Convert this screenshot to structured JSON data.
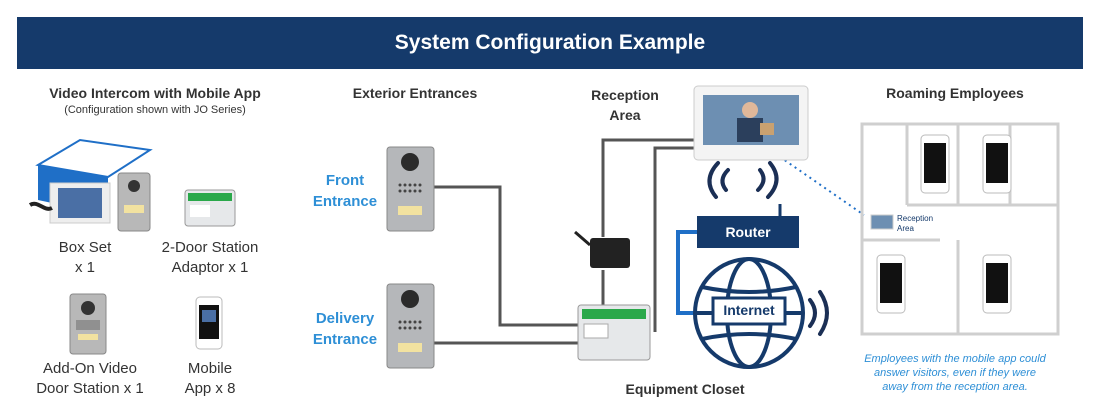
{
  "banner": {
    "title": "System Configuration Example"
  },
  "sections": {
    "kit": {
      "heading": "Video Intercom with Mobile App",
      "subheading": "(Configuration shown with JO Series)",
      "items": [
        {
          "line1": "Box Set",
          "line2": "x 1"
        },
        {
          "line1": "2-Door Station",
          "line2": "Adaptor x 1"
        },
        {
          "line1": "Add-On Video",
          "line2": "Door Station x 1"
        },
        {
          "line1": "Mobile",
          "line2": "App x 8"
        }
      ]
    },
    "exterior": {
      "heading": "Exterior Entrances",
      "front": {
        "line1": "Front",
        "line2": "Entrance"
      },
      "delivery": {
        "line1": "Delivery",
        "line2": "Entrance"
      }
    },
    "reception": {
      "line1": "Reception",
      "line2": "Area"
    },
    "closet": {
      "label": "Equipment Closet"
    },
    "router": {
      "label": "Router"
    },
    "internet": {
      "label": "Internet"
    },
    "roaming": {
      "heading": "Roaming Employees",
      "reception_line1": "Reception",
      "reception_line2": "Area",
      "note": [
        "Employees with the mobile app could",
        "answer visitors, even if they were",
        "away from the reception area."
      ]
    }
  },
  "colors": {
    "banner": "#153a6b",
    "accent": "#2e8fd6",
    "router": "#153a6b",
    "network_line": "#1f6fc7"
  },
  "icons": [
    "door-station-icon",
    "monitor-icon",
    "adaptor-icon",
    "power-supply-icon",
    "smartphone-icon",
    "globe-icon",
    "wifi-icon"
  ]
}
